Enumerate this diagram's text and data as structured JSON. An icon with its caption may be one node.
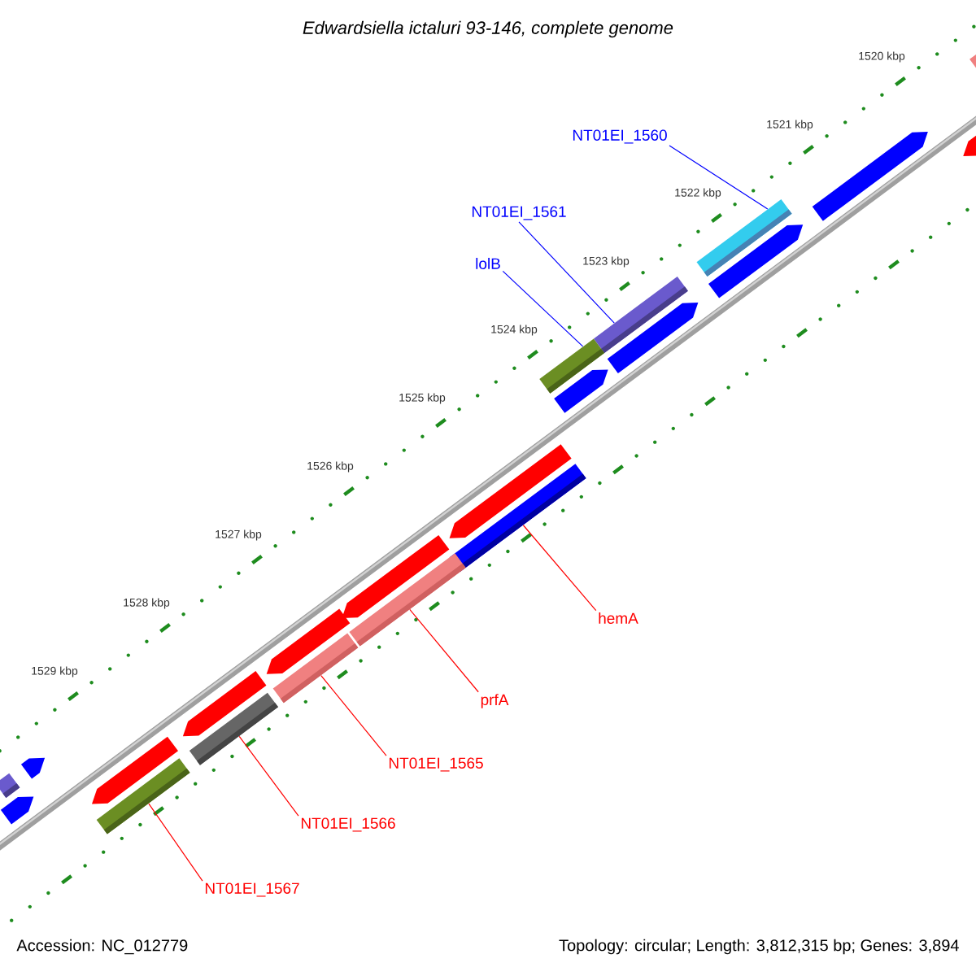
{
  "diagram": {
    "title": "Edwardsiella ictaluri 93-146, complete genome",
    "nodes": [
      {
        "text": [
          "NT01EI_1560"
        ]
      },
      {
        "text": [
          "NT01EI_1561"
        ]
      },
      {
        "text": [
          "lolB"
        ]
      },
      {
        "text": [
          "hemA"
        ]
      },
      {
        "text": [
          "prfA"
        ]
      },
      {
        "text": [
          "NT01EI_1565"
        ]
      },
      {
        "text": [
          "NT01EI_1566"
        ]
      },
      {
        "text": [
          "NT01EI_1567"
        ]
      },
      {
        "text": [],
        "shape": "bar"
      },
      {
        "text": [],
        "shape": "bar"
      },
      {
        "text": [],
        "shape": "bar"
      },
      {
        "text": [],
        "shape": "bar"
      },
      {
        "text": [],
        "shape": "bar"
      },
      {
        "text": [],
        "shape": "bar"
      },
      {
        "text": [],
        "shape": "bar"
      },
      {
        "text": [],
        "shape": "bar"
      },
      {
        "text": [],
        "shape": "bar"
      },
      {
        "text": [],
        "shape": "arrow"
      },
      {
        "text": [],
        "shape": "arrow"
      },
      {
        "text": [],
        "shape": "arrow"
      },
      {
        "text": [],
        "shape": "arrow"
      },
      {
        "text": [],
        "shape": "arrow"
      },
      {
        "text": [],
        "shape": "arrow"
      },
      {
        "text": [],
        "shape": "arrow"
      },
      {
        "text": [],
        "shape": "arrow"
      },
      {
        "text": [],
        "shape": "arrow"
      },
      {
        "text": [],
        "shape": "arrow"
      },
      {
        "text": [],
        "shape": "arrow"
      },
      {
        "text": [],
        "shape": "bar"
      },
      {
        "text": [],
        "shape": "arrow"
      }
    ],
    "edges": [
      {
        "from": 0,
        "to": 8,
        "arrow": "none",
        "color": "#0000ff"
      },
      {
        "from": 1,
        "to": 9,
        "arrow": "none",
        "color": "#0000ff"
      },
      {
        "from": 2,
        "to": 10,
        "arrow": "none",
        "color": "#0000ff"
      },
      {
        "from": 3,
        "to": 11,
        "arrow": "none"
      },
      {
        "from": 4,
        "to": 12,
        "arrow": "none"
      },
      {
        "from": 5,
        "to": 13,
        "arrow": "none"
      },
      {
        "from": 6,
        "to": 14,
        "arrow": "none"
      },
      {
        "from": 7,
        "to": 15,
        "arrow": "none"
      }
    ],
    "labels": [
      "1520 kbp",
      "1521 kbp",
      "1522 kbp",
      "1523 kbp",
      "1524 kbp",
      "1525 kbp",
      "1526 kbp",
      "1527 kbp",
      "1528 kbp",
      "1529 kbp",
      "Accession: NC_012779",
      "Topology: circular; Length: 3,812,315 bp; Genes: 3,894"
    ]
  }
}
